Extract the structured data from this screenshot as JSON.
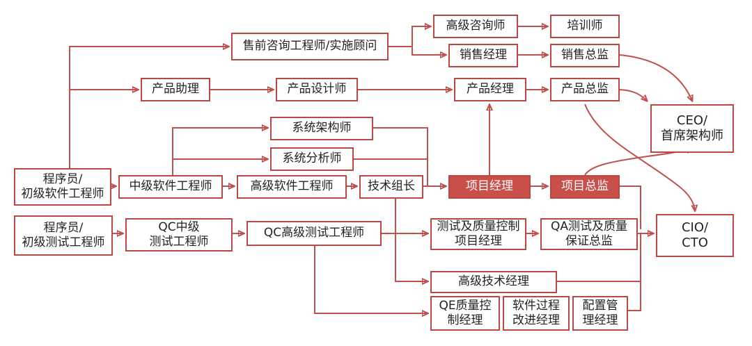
{
  "colors": {
    "edge": "#c0504d",
    "border": "#b94744",
    "highlight_fill": "#c9504a"
  },
  "nodes": {
    "sales_consultant": "售前咨询工程师/实施顾问",
    "senior_consultant": "高级咨询师",
    "trainer": "培训师",
    "sales_manager": "销售经理",
    "sales_director": "销售总监",
    "product_assistant": "产品助理",
    "product_designer": "产品设计师",
    "product_manager": "产品经理",
    "product_director": "产品总监",
    "ceo": "CEO/\n首席架构师",
    "system_architect": "系统架构师",
    "system_analyst": "系统分析师",
    "programmer": "程序员/\n初级软件工程师",
    "mid_engineer": "中级软件工程师",
    "senior_engineer": "高级软件工程师",
    "tech_lead": "技术组长",
    "project_manager": "项目经理",
    "project_director": "项目总监",
    "tester": "程序员/\n初级测试工程师",
    "qc_mid": "QC中级\n测试工程师",
    "qc_senior": "QC高级测试工程师",
    "test_qc_pm": "测试及质量控制\n项目经理",
    "qa_director": "QA测试及质量\n保证总监",
    "cio": "CIO/\nCTO",
    "senior_tech_manager": "高级技术经理",
    "qe_manager": "QE质量控\n制经理",
    "process_manager": "软件过程\n改进经理",
    "config_manager": "配置管\n理经理"
  }
}
